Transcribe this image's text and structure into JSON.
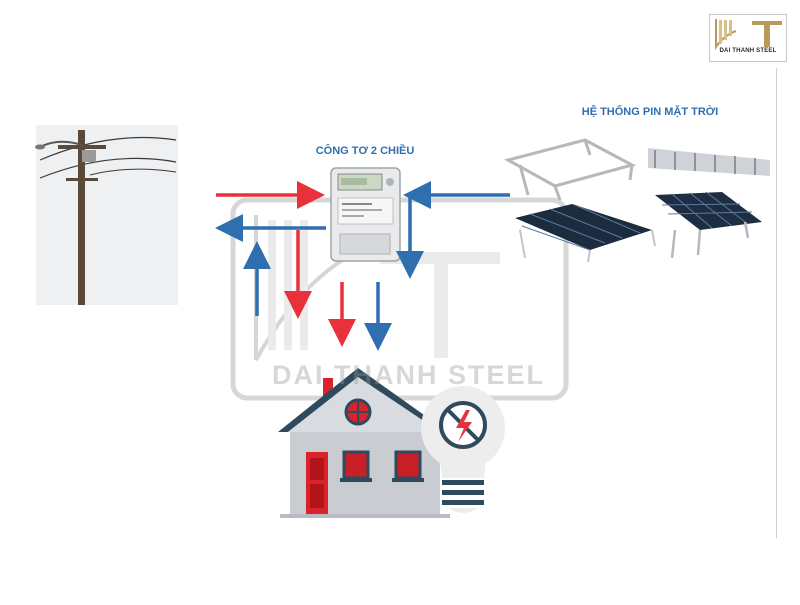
{
  "labels": {
    "meter": "CÔNG TƠ 2 CHIỀU",
    "solar": "HỆ THỐNG PIN MẶT TRỜI"
  },
  "brand": {
    "logo_text": "DAI THANH STEEL",
    "watermark_text": "DAI THANH STEEL"
  },
  "colors": {
    "red_arrow": "#e8313a",
    "blue_arrow": "#2f6fb0",
    "house_wall": "#c9ccd1",
    "roof": "#2f4a5c",
    "door": "#d9222a"
  },
  "icons": [
    "utility-pole-icon",
    "bidirectional-meter-icon",
    "solar-panel-icon",
    "house-icon",
    "no-power-bulb-icon"
  ]
}
